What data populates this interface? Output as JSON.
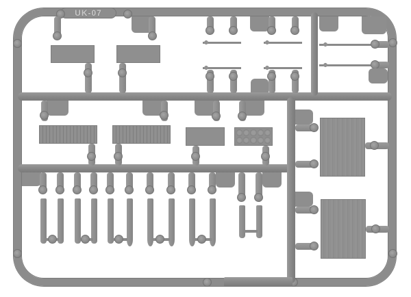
{
  "image": {
    "subject": "Plastic model kit sprue (parts tree) in grey styrene",
    "sprue_label": "UK-07",
    "colors": {
      "background": "#ffffff",
      "plastic": "#8c8c8c",
      "plastic_highlight": "#a5a5a5",
      "plastic_shadow": "#737373"
    },
    "regions": {
      "top_left": "Two flat rectangular plates",
      "top_center": "Four small linked chain/strip parts",
      "top_right": "Two beaded chain strips",
      "middle_left": "Two ribbed rectangular blocks",
      "middle_center": "One flat plate and one 2x5 round-cell block",
      "right_column": "Two wood-textured rectangular panels",
      "bottom_left": "Twelve cartridge/bullet-shaped parts in pairs joined by small runners"
    },
    "counts": {
      "flat_plates": 3,
      "ribbed_blocks": 2,
      "cell_block": 1,
      "chain_strips_small": 4,
      "chain_strips_beaded": 2,
      "wood_panels": 2,
      "cartridges": 12
    }
  }
}
